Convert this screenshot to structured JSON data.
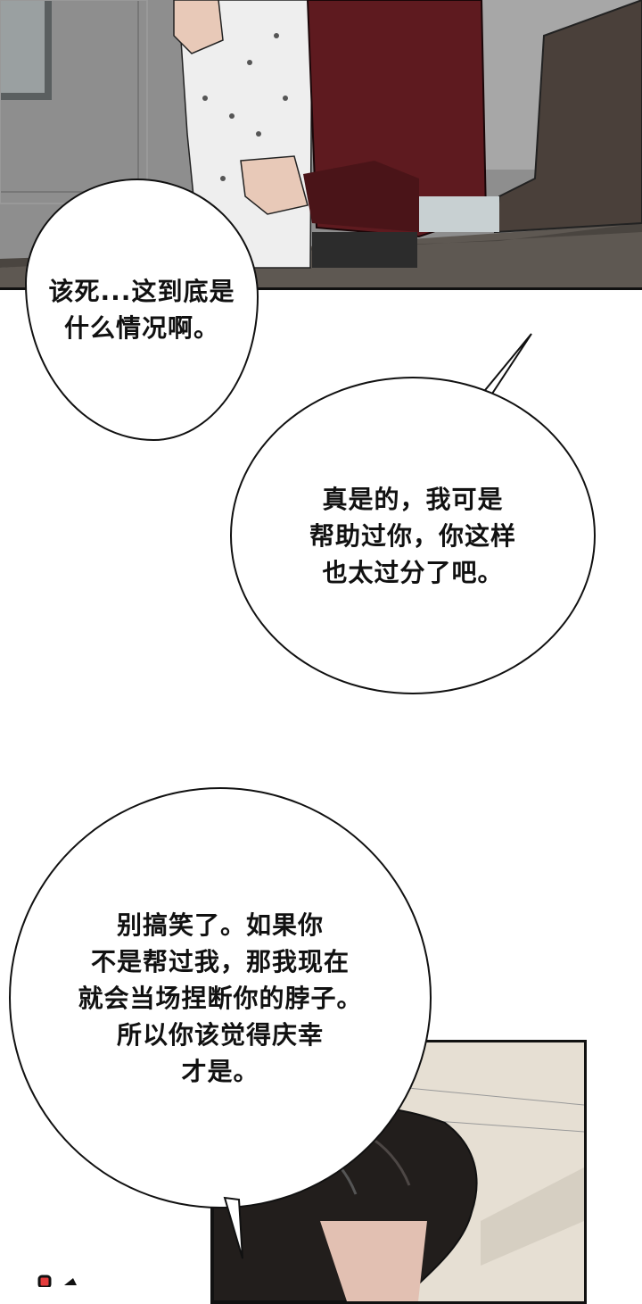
{
  "comic": {
    "panels": [
      {
        "id": "panel-1",
        "description": "man in red sweater grabbing patterned hospital gown"
      },
      {
        "id": "panel-2",
        "description": "dark-haired man, head bowed"
      }
    ],
    "bubbles": [
      {
        "id": "bubble-1",
        "lines": [
          "该死...这到底是",
          "什么情况啊。"
        ]
      },
      {
        "id": "bubble-2",
        "lines": [
          "真是的，我可是",
          "帮助过你，你这样",
          "也太过分了吧。"
        ]
      },
      {
        "id": "bubble-3",
        "lines": [
          "别搞笑了。如果你",
          "不是帮过我，那我现在",
          "就会当场捏断你的脖子。",
          "所以你该觉得庆幸",
          "才是。"
        ]
      }
    ],
    "colors": {
      "sweater": "#5e1a1f",
      "gown": "#eeeeee",
      "wall": "#8d8d8d",
      "hair": "#1f1c1b",
      "bg_bottom": "#e8e1d6",
      "ink": "#111111"
    }
  }
}
